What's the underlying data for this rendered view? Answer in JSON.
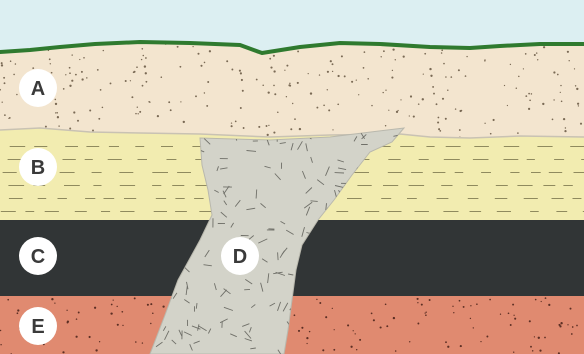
{
  "diagram": {
    "layers": [
      {
        "id": "A",
        "label": "A",
        "color": "#f3e5cf",
        "texture": "dots"
      },
      {
        "id": "B",
        "label": "B",
        "color": "#f2ecb0",
        "texture": "dashes"
      },
      {
        "id": "C",
        "label": "C",
        "color": "#313536",
        "texture": "none"
      },
      {
        "id": "E",
        "label": "E",
        "color": "#e08a70",
        "texture": "dots"
      }
    ],
    "intrusion": {
      "id": "D",
      "label": "D",
      "color": "#d3d3c9",
      "texture": "hatch"
    },
    "colors": {
      "sky": "#dceff2",
      "grass": "#2f7a2f",
      "boundary": "#c9c2b3",
      "label_circle": "#ffffff",
      "label_text": "#3a3a3a"
    }
  }
}
